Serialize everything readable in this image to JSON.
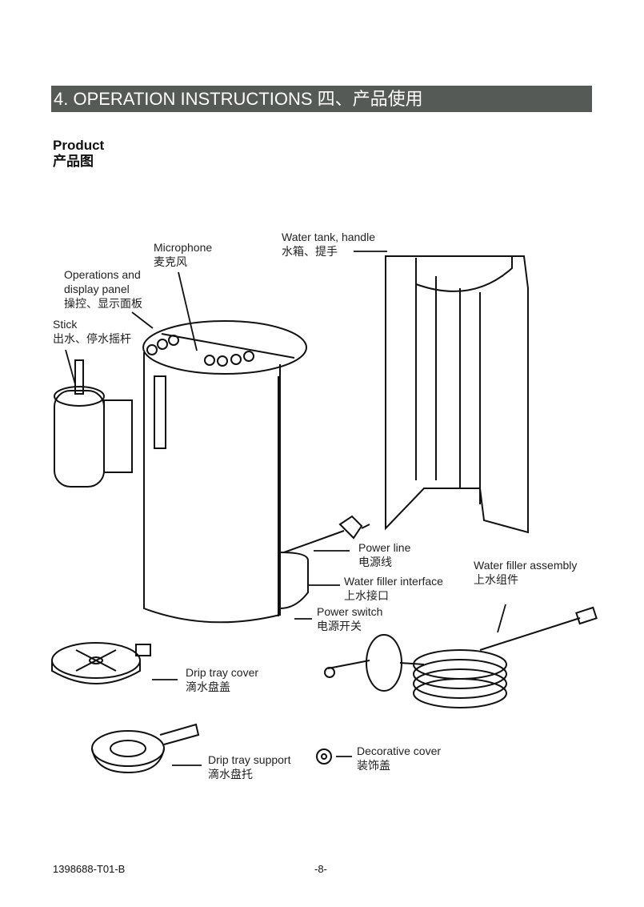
{
  "header": {
    "title": "4. OPERATION INSTRUCTIONS 四、产品使用"
  },
  "section": {
    "title_en": "Product",
    "title_zh": "产品图"
  },
  "labels": {
    "microphone": {
      "en": "Microphone",
      "zh": "麦克风"
    },
    "panel": {
      "en1": "Operations and",
      "en2": "display panel",
      "zh": "操控、显示面板"
    },
    "stick": {
      "en": "Stick",
      "zh": "出水、停水摇杆"
    },
    "tank": {
      "en": "Water tank, handle",
      "zh": "水箱、提手"
    },
    "power_line": {
      "en": "Power line",
      "zh": "电源线"
    },
    "filler_interface": {
      "en": "Water filler interface",
      "zh": "上水接口"
    },
    "power_switch": {
      "en": "Power switch",
      "zh": "电源开关"
    },
    "filler_assembly": {
      "en": "Water filler assembly",
      "zh": "上水组件"
    },
    "drip_cover": {
      "en": "Drip tray cover",
      "zh": "滴水盘盖"
    },
    "drip_support": {
      "en": "Drip tray support",
      "zh": "滴水盘托"
    },
    "decorative": {
      "en": "Decorative cover",
      "zh": "装饰盖"
    }
  },
  "footer": {
    "doc_code": "1398688-T01-B",
    "page": "-8-"
  }
}
